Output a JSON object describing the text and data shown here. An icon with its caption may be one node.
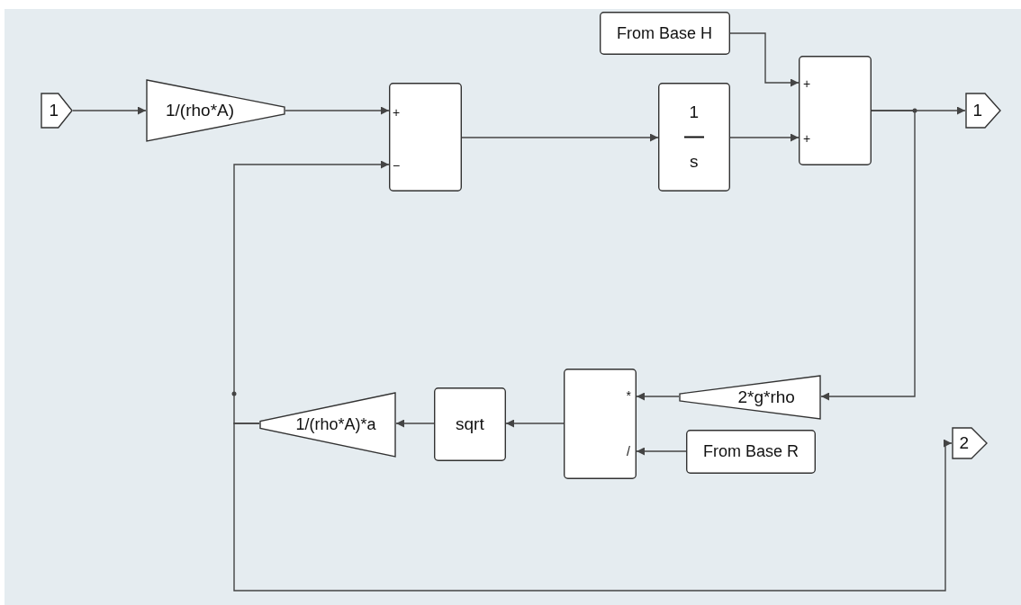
{
  "diagram": {
    "nodes": [
      {
        "text": [
          "1"
        ]
      },
      {
        "text": [
          "1/(rho*A)"
        ]
      },
      {
        "text": [
          "+",
          "−"
        ]
      },
      {
        "text": [
          "From Base H"
        ]
      },
      {
        "text": [
          "1",
          "s"
        ]
      },
      {
        "text": [
          "+",
          "+"
        ]
      },
      {
        "text": [
          "1"
        ]
      },
      {
        "text": [
          "2*g*rho"
        ]
      },
      {
        "text": [
          "*",
          "/"
        ]
      },
      {
        "text": [
          "From Base R"
        ]
      },
      {
        "text": [
          "sqrt"
        ]
      },
      {
        "text": [
          "1/(rho*A)*a"
        ]
      },
      {
        "text": [
          "2"
        ]
      }
    ],
    "edges": [
      {
        "from": 0,
        "to": 1,
        "arrow": "to"
      },
      {
        "from": 1,
        "to": 2,
        "arrow": "to"
      },
      {
        "from": 2,
        "to": 4,
        "arrow": "to"
      },
      {
        "from": 4,
        "to": 5,
        "arrow": "to"
      },
      {
        "from": 3,
        "to": 5,
        "arrow": "to"
      },
      {
        "from": 5,
        "to": 6,
        "arrow": "to"
      },
      {
        "from": 5,
        "to": 7,
        "arrow": "to"
      },
      {
        "from": 7,
        "to": 8,
        "arrow": "to"
      },
      {
        "from": 9,
        "to": 8,
        "arrow": "to"
      },
      {
        "from": 8,
        "to": 10,
        "arrow": "to"
      },
      {
        "from": 10,
        "to": 11,
        "arrow": "to"
      },
      {
        "from": 11,
        "to": 2,
        "arrow": "to"
      },
      {
        "from": 11,
        "to": 12,
        "arrow": "to"
      }
    ]
  }
}
